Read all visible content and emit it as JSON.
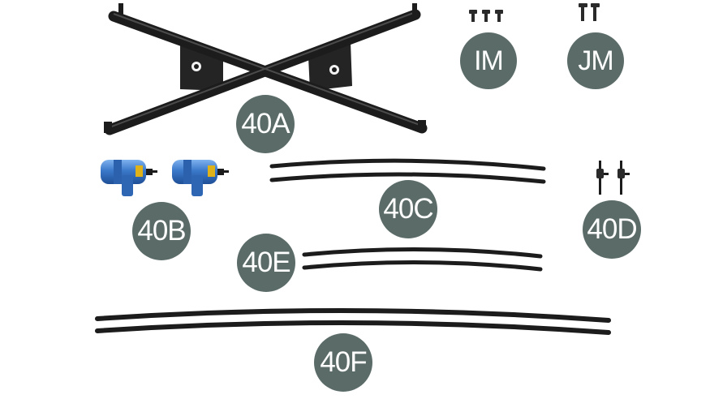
{
  "labels": {
    "part_40a": "40A",
    "part_40b": "40B",
    "part_40c": "40C",
    "part_40d": "40D",
    "part_40e": "40E",
    "part_40f": "40F",
    "screws_im": "IM",
    "screws_jm": "JM"
  },
  "colors": {
    "badge_fill": "#5a6b68",
    "badge_text": "#ffffff",
    "part_black": "#1c1c1c",
    "coil_blue": "#3a78c9",
    "coil_label": "#e0b21a"
  }
}
